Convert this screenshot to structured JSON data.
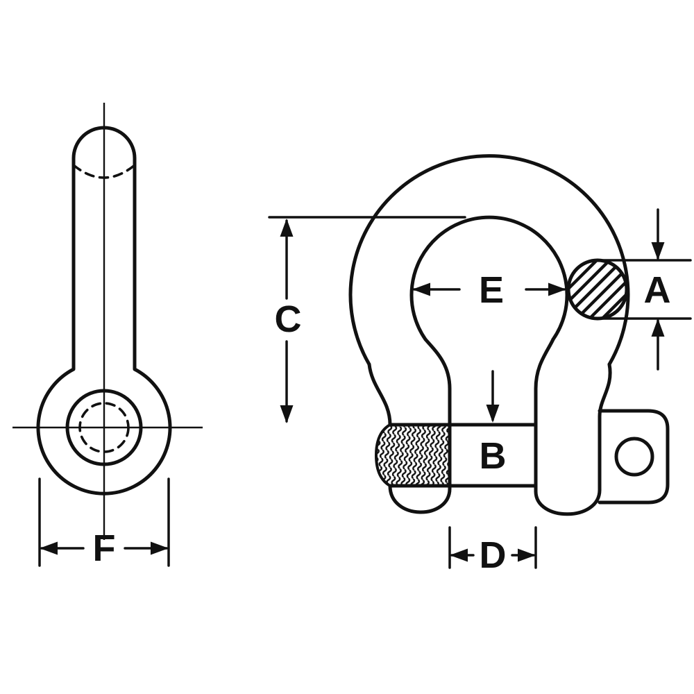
{
  "diagram": {
    "labels": {
      "a": "A",
      "b": "B",
      "c": "C",
      "d": "D",
      "e": "E",
      "f": "F"
    },
    "colors": {
      "line": "#111111",
      "background": "#ffffff"
    }
  }
}
